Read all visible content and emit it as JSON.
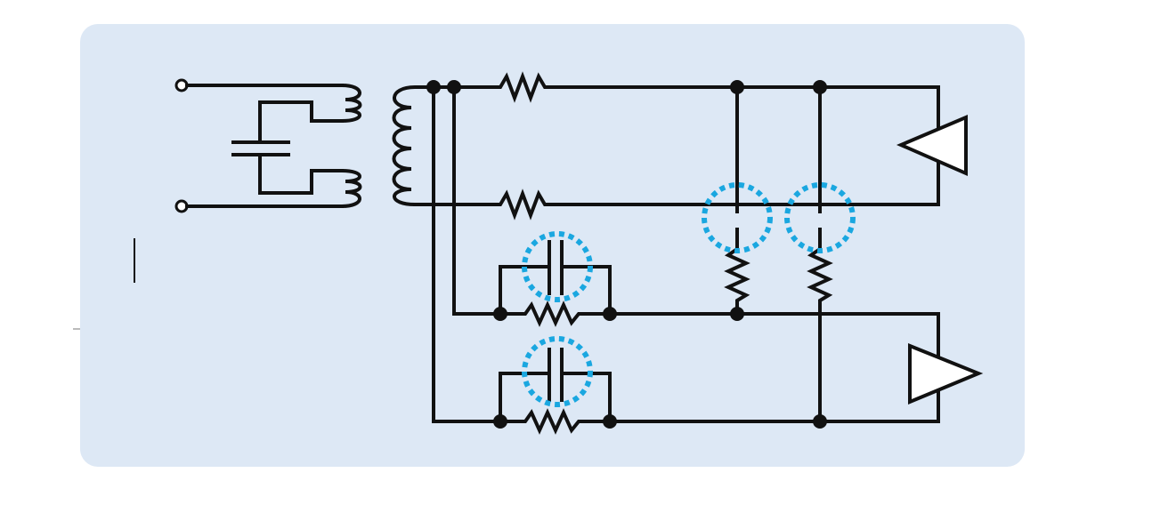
{
  "diagram": {
    "type": "circuit-schematic",
    "colors": {
      "panel_background": "#dde8f5",
      "wire": "#111111",
      "highlight": "#1aa7e0",
      "component_fill": "#ffffff"
    },
    "components": [
      "input-terminal-top",
      "input-terminal-bottom",
      "capacitor-input",
      "inductor-coil-top",
      "inductor-coil-bottom",
      "transformer-winding",
      "resistor-top-left",
      "resistor-mid-left",
      "capacitor-branch-1",
      "resistor-branch-1",
      "capacitor-branch-2",
      "resistor-branch-2",
      "resistor-vertical-1",
      "resistor-vertical-2",
      "opamp-top",
      "opamp-bottom"
    ],
    "highlights": [
      "highlight-capacitor-1",
      "highlight-capacitor-2",
      "highlight-gap-1",
      "highlight-gap-2"
    ]
  }
}
